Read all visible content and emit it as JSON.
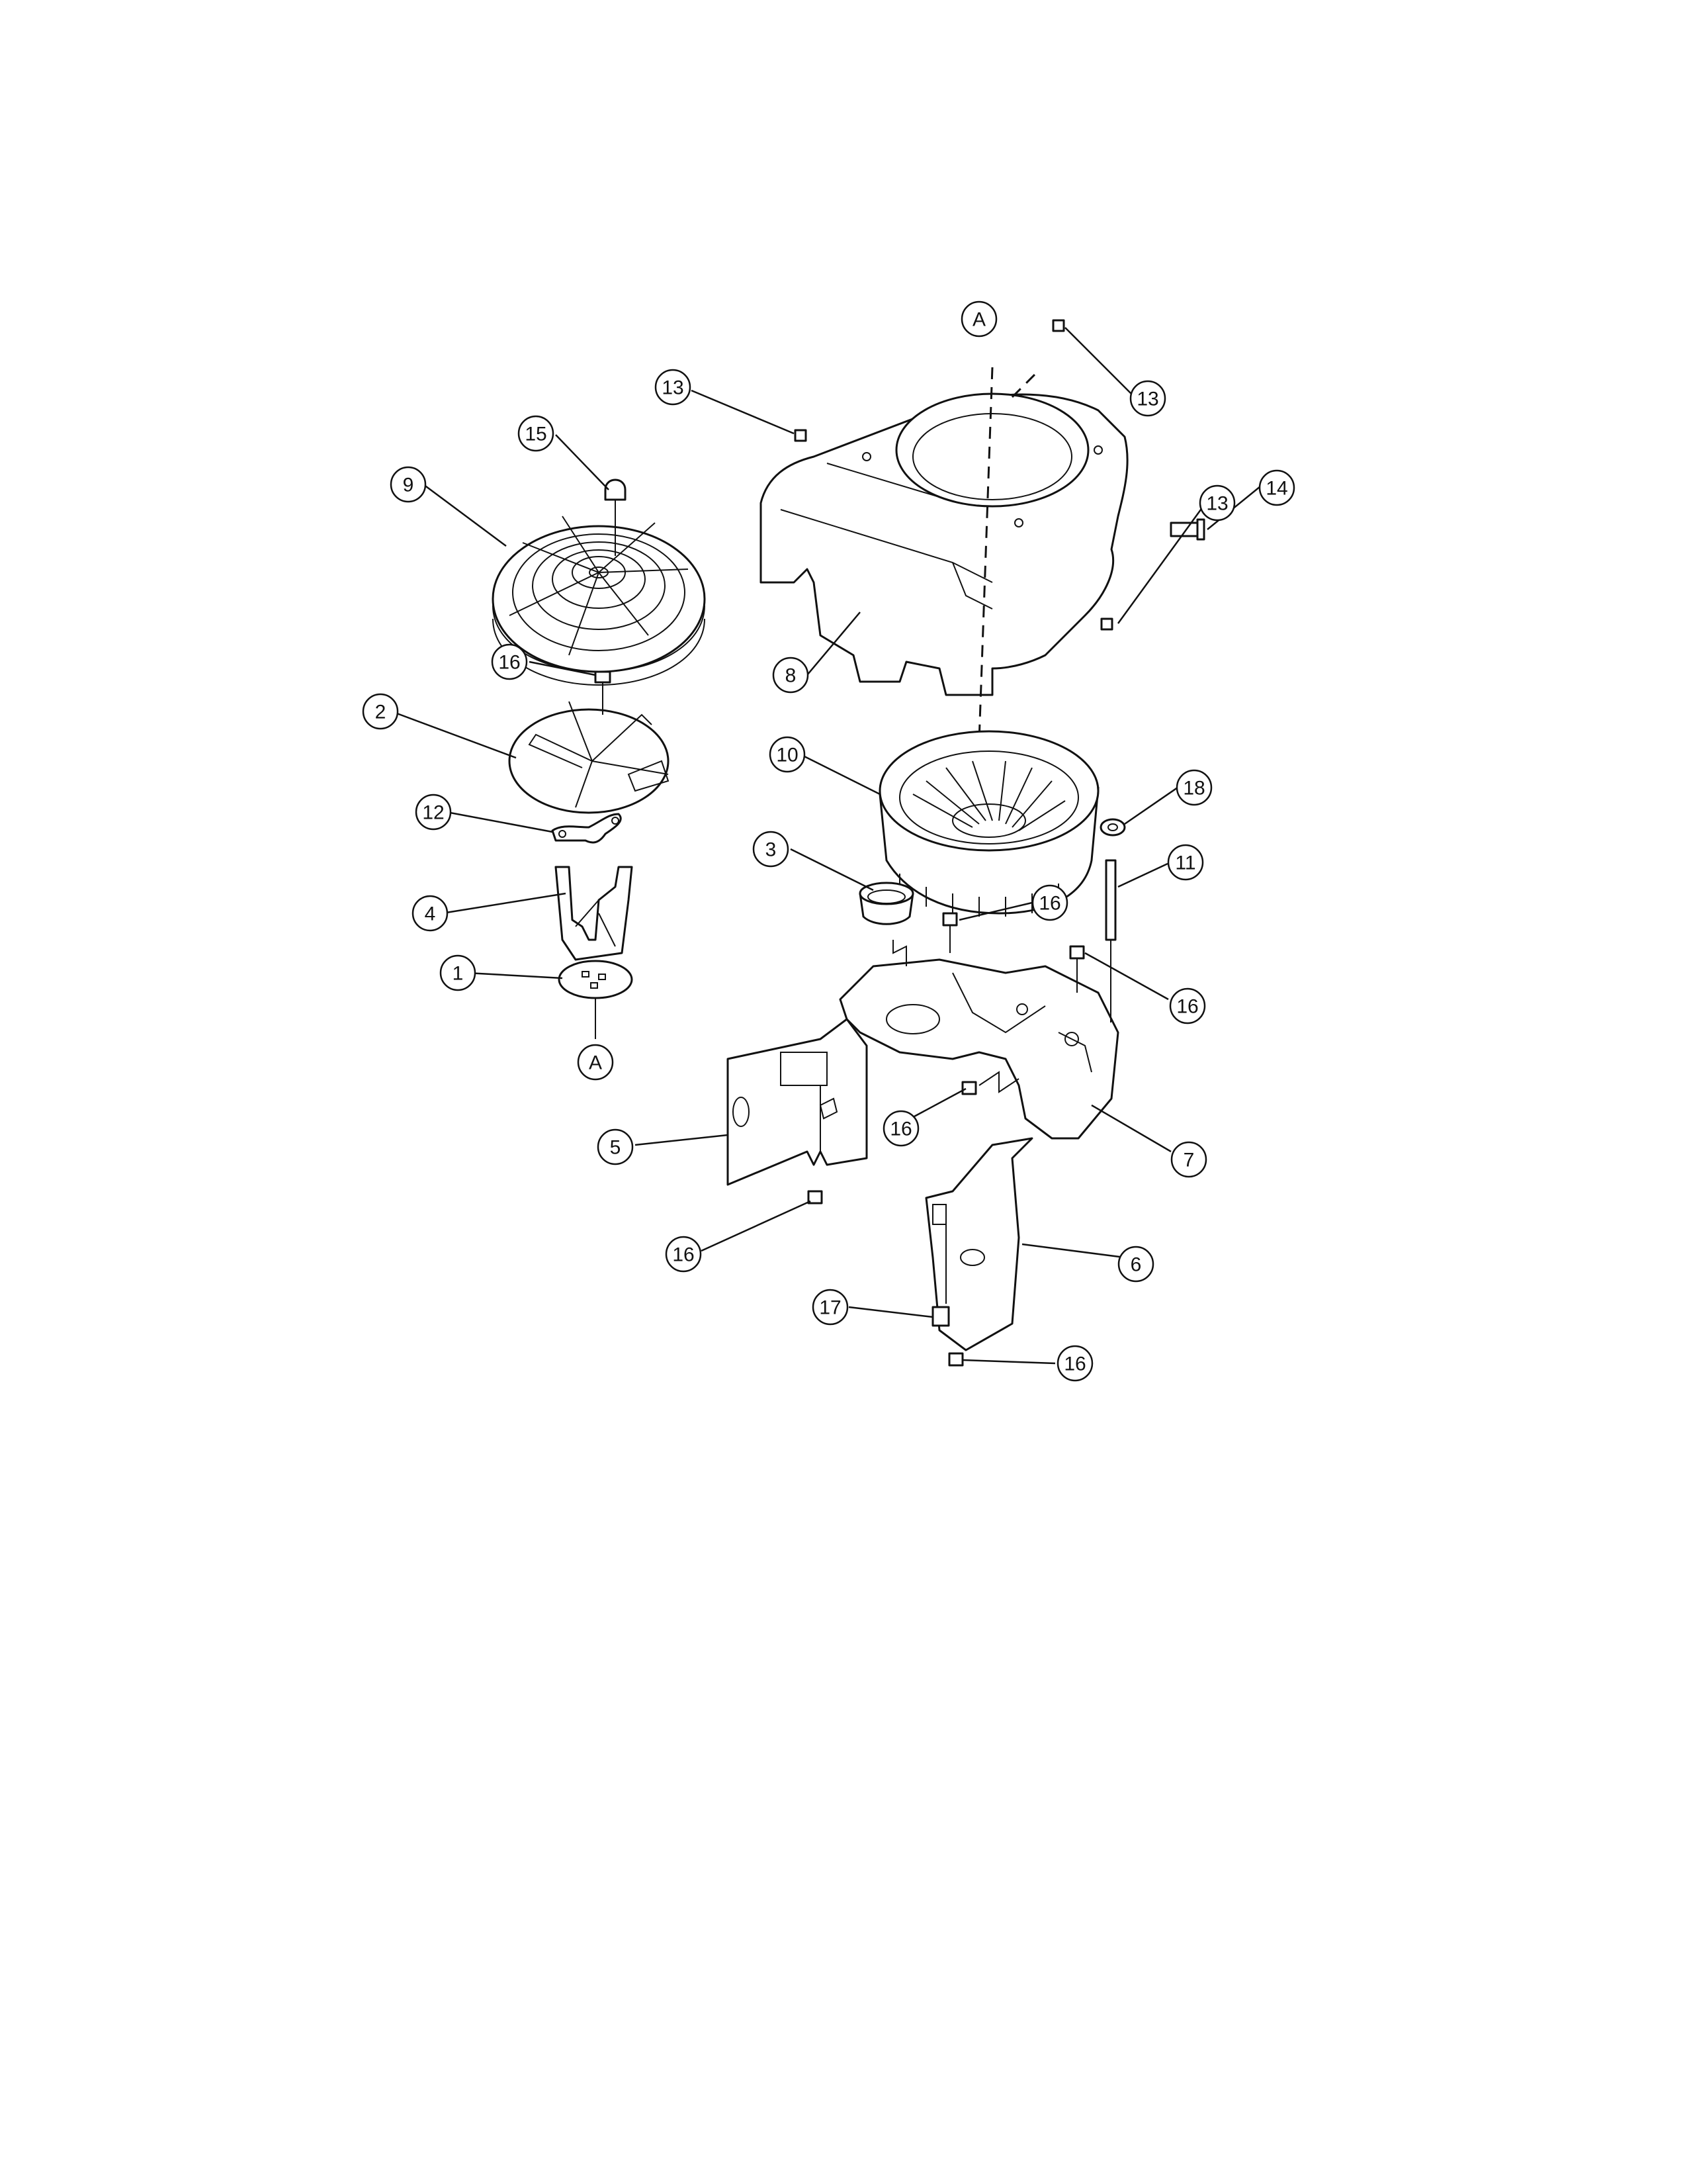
{
  "callouts": [
    {
      "id": "c13a",
      "label": "13"
    },
    {
      "id": "c13b",
      "label": "13"
    },
    {
      "id": "c13c",
      "label": "13"
    },
    {
      "id": "c14",
      "label": "14"
    },
    {
      "id": "c15",
      "label": "15"
    },
    {
      "id": "c9",
      "label": "9"
    },
    {
      "id": "c8",
      "label": "8"
    },
    {
      "id": "c16a",
      "label": "16"
    },
    {
      "id": "c2",
      "label": "2"
    },
    {
      "id": "c10",
      "label": "10"
    },
    {
      "id": "c18",
      "label": "18"
    },
    {
      "id": "c12",
      "label": "12"
    },
    {
      "id": "c3",
      "label": "3"
    },
    {
      "id": "c11",
      "label": "11"
    },
    {
      "id": "c16b",
      "label": "16"
    },
    {
      "id": "c4",
      "label": "4"
    },
    {
      "id": "c16c",
      "label": "16"
    },
    {
      "id": "c1",
      "label": "1"
    },
    {
      "id": "cA2",
      "label": "A"
    },
    {
      "id": "cA1",
      "label": "A"
    },
    {
      "id": "c16d",
      "label": "16"
    },
    {
      "id": "c5",
      "label": "5"
    },
    {
      "id": "c7",
      "label": "7"
    },
    {
      "id": "c16e",
      "label": "16"
    },
    {
      "id": "c6",
      "label": "6"
    },
    {
      "id": "c17",
      "label": "17"
    },
    {
      "id": "c16f",
      "label": "16"
    }
  ]
}
